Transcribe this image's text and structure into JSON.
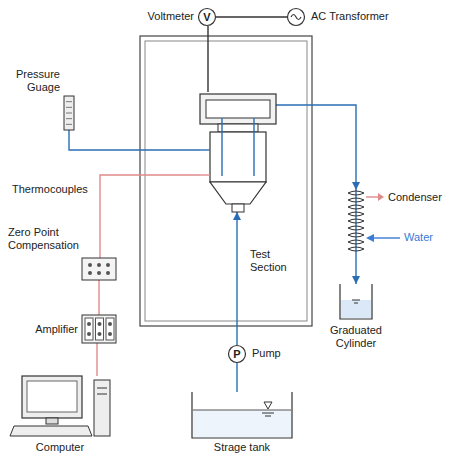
{
  "diagram": {
    "nodes": [
      {
        "text": [
          "Voltmeter",
          "V"
        ]
      },
      {
        "text": [
          "AC Transformer"
        ]
      },
      {
        "text": [
          "Pressure Guage"
        ]
      },
      {
        "text": [
          "Test Section"
        ]
      },
      {
        "text": [
          "Zero Point Compensation"
        ]
      },
      {
        "text": [
          "Amplifier"
        ]
      },
      {
        "text": [
          "Computer"
        ]
      },
      {
        "text": [
          "Condenser"
        ]
      },
      {
        "text": [
          "Graduated Cylinder"
        ]
      },
      {
        "text": [
          "P",
          "Pump"
        ]
      },
      {
        "text": [
          "Strage tank"
        ]
      }
    ],
    "edges": [
      {
        "from": 0,
        "to": 1,
        "arrow": "none"
      },
      {
        "from": 0,
        "to": 3,
        "arrow": "none"
      },
      {
        "from": 2,
        "to": 3,
        "arrow": "none"
      },
      {
        "from": 3,
        "to": 7,
        "arrow": "to"
      },
      {
        "from": 7,
        "to": 8,
        "arrow": "to"
      },
      {
        "from": 10,
        "to": 9,
        "arrow": "none"
      },
      {
        "from": 9,
        "to": 3,
        "arrow": "to"
      },
      {
        "from": 3,
        "to": 4,
        "arrow": "none"
      },
      {
        "from": 4,
        "to": 5,
        "arrow": "none"
      },
      {
        "from": 5,
        "to": 6,
        "arrow": "none"
      }
    ],
    "labels": [
      "Thermocouples",
      "Water"
    ]
  }
}
